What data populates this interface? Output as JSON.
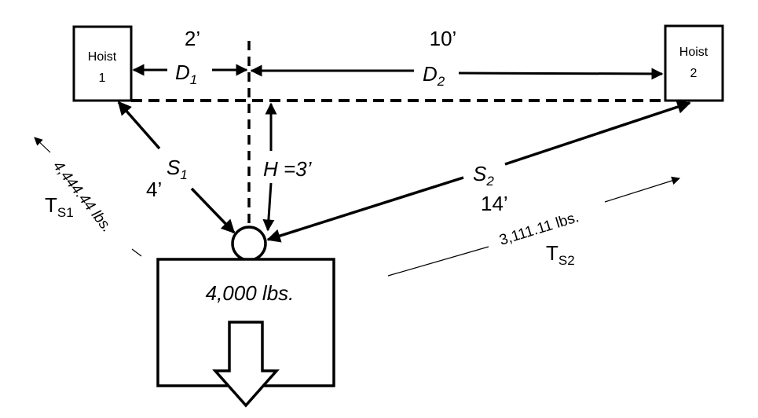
{
  "hoists": [
    {
      "line1": "Hoist",
      "line2": "1"
    },
    {
      "line1": "Hoist",
      "line2": "2"
    }
  ],
  "distances": {
    "d1_value": "2’",
    "d1_symbol": "D",
    "d1_sub": "1",
    "d2_value": "10’",
    "d2_symbol": "D",
    "d2_sub": "2",
    "height_label": "H =3’"
  },
  "slings": {
    "s1_symbol": "S",
    "s1_sub": "1",
    "s1_length": "4’",
    "s2_symbol": "S",
    "s2_sub": "2",
    "s2_length": "14’"
  },
  "tensions": {
    "ts1_value": "4,444.44 lbs.",
    "ts1_symbol": "T",
    "ts1_sub": "S1",
    "ts2_value": "3,111.11 lbs.",
    "ts2_symbol": "T",
    "ts2_sub": "S2"
  },
  "load": {
    "weight": "4,000 lbs."
  }
}
